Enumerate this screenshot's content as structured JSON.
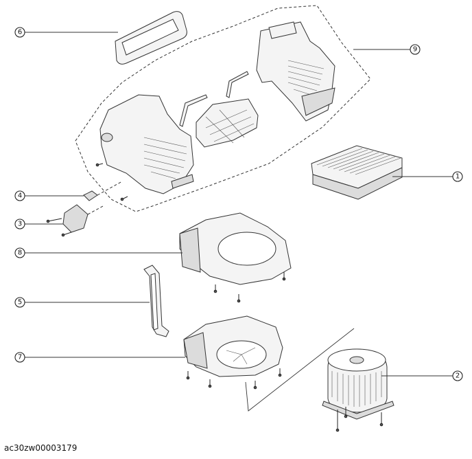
{
  "callouts": [
    {
      "id": "1",
      "label": "1"
    },
    {
      "id": "2",
      "label": "2"
    },
    {
      "id": "3",
      "label": "3"
    },
    {
      "id": "4",
      "label": "4"
    },
    {
      "id": "5",
      "label": "5"
    },
    {
      "id": "6",
      "label": "6"
    },
    {
      "id": "7",
      "label": "7"
    },
    {
      "id": "8",
      "label": "8"
    },
    {
      "id": "9",
      "label": "9"
    }
  ],
  "figure_code": "ac30zw00003179"
}
